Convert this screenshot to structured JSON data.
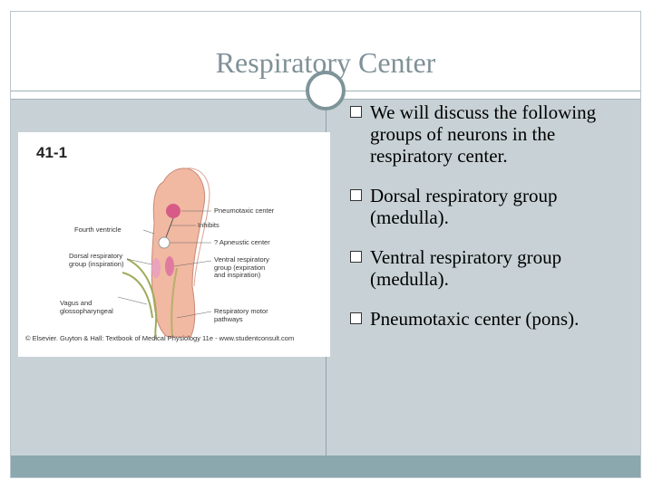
{
  "slide": {
    "title": "Respiratory Center",
    "bullets": [
      "We will discuss the following groups of neurons in the respiratory center.",
      "Dorsal respiratory group (medulla).",
      "Ventral respiratory group (medulla).",
      "Pneumotaxic center (pons)."
    ]
  },
  "figure": {
    "number": "41-1",
    "labels": {
      "pneumotaxic": "Pneumotaxic center",
      "inhibits": "Inhibits",
      "fourth_ventricle": "Fourth ventricle",
      "apneustic": "? Apneustic center",
      "dorsal_line1": "Dorsal respiratory",
      "dorsal_line2": "group (inspiration)",
      "ventral_line1": "Ventral respiratory",
      "ventral_line2": "group (expiration",
      "ventral_line3": "and inspiration)",
      "vagus_line1": "Vagus and",
      "vagus_line2": "glossopharyngeal",
      "motor_line1": "Respiratory motor",
      "motor_line2": "pathways"
    },
    "caption": "© Elsevier. Guyton & Hall: Textbook of Medical Physiology 11e - www.studentconsult.com"
  },
  "colors": {
    "content_bg": "#c8d2d6",
    "footer_bg": "#8aa8ae",
    "title_color": "#7f9197"
  }
}
